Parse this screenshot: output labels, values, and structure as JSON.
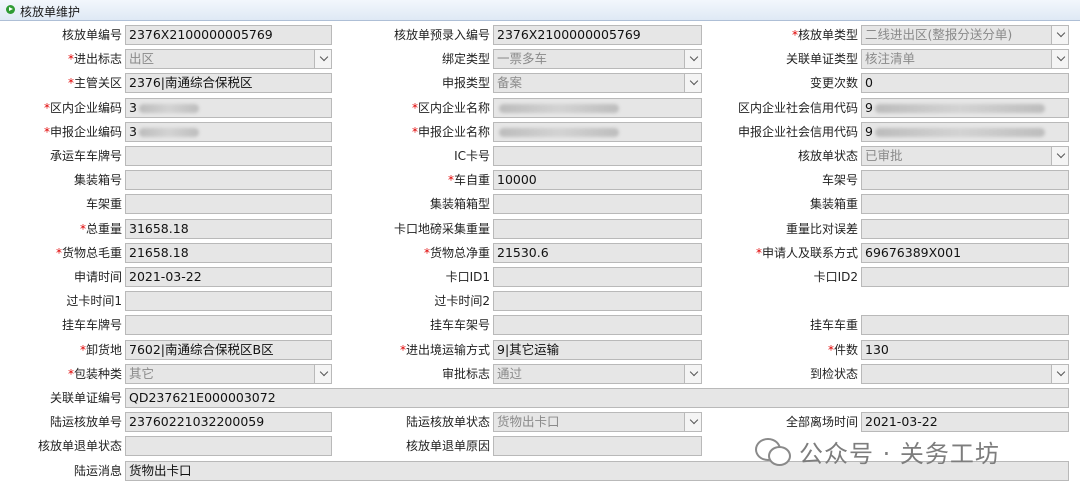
{
  "page": {
    "title": "核放单维护"
  },
  "form": {
    "r1": {
      "c1": {
        "label": "核放单编号",
        "required": false,
        "value": "2376X2100000005769",
        "type": "text"
      },
      "c2": {
        "label": "核放单预录入编号",
        "required": false,
        "value": "2376X2100000005769",
        "type": "text"
      },
      "c3": {
        "label": "核放单类型",
        "required": true,
        "value": "二线进出区(整报分送分单)",
        "type": "select"
      }
    },
    "r2": {
      "c1": {
        "label": "进出标志",
        "required": true,
        "value": "出区",
        "type": "select"
      },
      "c2": {
        "label": "绑定类型",
        "required": false,
        "value": "一票多车",
        "type": "select"
      },
      "c3": {
        "label": "关联单证类型",
        "required": false,
        "value": "核注清单",
        "type": "select"
      }
    },
    "r3": {
      "c1": {
        "label": "主管关区",
        "required": true,
        "value": "2376|南通综合保税区",
        "type": "text"
      },
      "c2": {
        "label": "申报类型",
        "required": false,
        "value": "备案",
        "type": "select"
      },
      "c3": {
        "label": "变更次数",
        "required": false,
        "value": "0",
        "type": "text"
      }
    },
    "r4": {
      "c1": {
        "label": "区内企业编码",
        "required": true,
        "value": "3",
        "type": "text",
        "redacted": true
      },
      "c2": {
        "label": "区内企业名称",
        "required": true,
        "value": "",
        "type": "text",
        "redacted": true
      },
      "c3": {
        "label": "区内企业社会信用代码",
        "required": false,
        "value": "9",
        "type": "text",
        "redacted": true
      }
    },
    "r5": {
      "c1": {
        "label": "申报企业编码",
        "required": true,
        "value": "3",
        "type": "text",
        "redacted": true
      },
      "c2": {
        "label": "申报企业名称",
        "required": true,
        "value": "",
        "type": "text",
        "redacted": true
      },
      "c3": {
        "label": "申报企业社会信用代码",
        "required": false,
        "value": "9",
        "type": "text",
        "redacted": true
      }
    },
    "r6": {
      "c1": {
        "label": "承运车车牌号",
        "required": false,
        "value": "",
        "type": "text"
      },
      "c2": {
        "label": "IC卡号",
        "required": false,
        "value": "",
        "type": "text"
      },
      "c3": {
        "label": "核放单状态",
        "required": false,
        "value": "已审批",
        "type": "select"
      }
    },
    "r7": {
      "c1": {
        "label": "集装箱号",
        "required": false,
        "value": "",
        "type": "text"
      },
      "c2": {
        "label": "车自重",
        "required": true,
        "value": "10000",
        "type": "text"
      },
      "c3": {
        "label": "车架号",
        "required": false,
        "value": "",
        "type": "text"
      }
    },
    "r8": {
      "c1": {
        "label": "车架重",
        "required": false,
        "value": "",
        "type": "text"
      },
      "c2": {
        "label": "集装箱箱型",
        "required": false,
        "value": "",
        "type": "text"
      },
      "c3": {
        "label": "集装箱重",
        "required": false,
        "value": "",
        "type": "text"
      }
    },
    "r9": {
      "c1": {
        "label": "总重量",
        "required": true,
        "value": "31658.18",
        "type": "text"
      },
      "c2": {
        "label": "卡口地磅采集重量",
        "required": false,
        "value": "",
        "type": "text"
      },
      "c3": {
        "label": "重量比对误差",
        "required": false,
        "value": "",
        "type": "text"
      }
    },
    "r10": {
      "c1": {
        "label": "货物总毛重",
        "required": true,
        "value": "21658.18",
        "type": "text"
      },
      "c2": {
        "label": "货物总净重",
        "required": true,
        "value": "21530.6",
        "type": "text"
      },
      "c3": {
        "label": "申请人及联系方式",
        "required": true,
        "value": "69676389X001",
        "type": "text"
      }
    },
    "r11": {
      "c1": {
        "label": "申请时间",
        "required": false,
        "value": "2021-03-22",
        "type": "text"
      },
      "c2": {
        "label": "卡口ID1",
        "required": false,
        "value": "",
        "type": "text"
      },
      "c3": {
        "label": "卡口ID2",
        "required": false,
        "value": "",
        "type": "text"
      }
    },
    "r12": {
      "c1": {
        "label": "过卡时间1",
        "required": false,
        "value": "",
        "type": "text"
      },
      "c2": {
        "label": "过卡时间2",
        "required": false,
        "value": "",
        "type": "text"
      }
    },
    "r13": {
      "c1": {
        "label": "挂车车牌号",
        "required": false,
        "value": "",
        "type": "text"
      },
      "c2": {
        "label": "挂车车架号",
        "required": false,
        "value": "",
        "type": "text"
      },
      "c3": {
        "label": "挂车车重",
        "required": false,
        "value": "",
        "type": "text"
      }
    },
    "r14": {
      "c1": {
        "label": "卸货地",
        "required": true,
        "value": "7602|南通综合保税区B区",
        "type": "text"
      },
      "c2": {
        "label": "进出境运输方式",
        "required": true,
        "value": "9|其它运输",
        "type": "text"
      },
      "c3": {
        "label": "件数",
        "required": true,
        "value": "130",
        "type": "text"
      }
    },
    "r15": {
      "c1": {
        "label": "包装种类",
        "required": true,
        "value": "其它",
        "type": "select"
      },
      "c2": {
        "label": "审批标志",
        "required": false,
        "value": "通过",
        "type": "select"
      },
      "c3": {
        "label": "到检状态",
        "required": false,
        "value": "",
        "type": "select"
      }
    },
    "r16": {
      "c1": {
        "label": "关联单证编号",
        "required": false,
        "value": "QD237621E000003072",
        "type": "text"
      }
    },
    "r17": {
      "c1": {
        "label": "陆运核放单号",
        "required": false,
        "value": "23760221032200059",
        "type": "text"
      },
      "c2": {
        "label": "陆运核放单状态",
        "required": false,
        "value": "货物出卡口",
        "type": "select"
      },
      "c3": {
        "label": "全部离场时间",
        "required": false,
        "value": "2021-03-22",
        "type": "text"
      }
    },
    "r18": {
      "c1": {
        "label": "核放单退单状态",
        "required": false,
        "value": "",
        "type": "text"
      },
      "c2": {
        "label": "核放单退单原因",
        "required": false,
        "value": "",
        "type": "text"
      }
    },
    "r19": {
      "c1": {
        "label": "陆运消息",
        "required": false,
        "value": "货物出卡口",
        "type": "text"
      }
    }
  },
  "watermark": {
    "text": "公众号 · 关务工坊",
    "icon": "wechat-icon"
  }
}
